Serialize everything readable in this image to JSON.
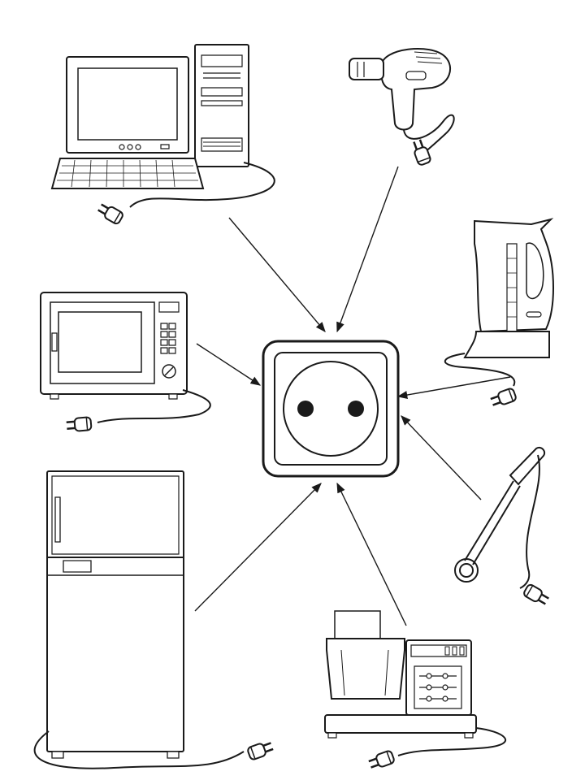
{
  "diagram": {
    "center": {
      "name": "power-outlet-icon"
    },
    "devices": [
      {
        "id": "desktop-computer",
        "icon": "desktop-computer-icon"
      },
      {
        "id": "hair-dryer",
        "icon": "hair-dryer-icon"
      },
      {
        "id": "electric-kettle",
        "icon": "electric-kettle-icon"
      },
      {
        "id": "microwave-oven",
        "icon": "microwave-oven-icon"
      },
      {
        "id": "immersion-heater",
        "icon": "immersion-heater-icon"
      },
      {
        "id": "refrigerator",
        "icon": "refrigerator-icon"
      },
      {
        "id": "food-processor",
        "icon": "food-processor-icon"
      }
    ],
    "arrows": [
      {
        "from": "desktop-computer",
        "to": "power-outlet"
      },
      {
        "from": "hair-dryer",
        "to": "power-outlet"
      },
      {
        "from": "electric-kettle",
        "to": "power-outlet"
      },
      {
        "from": "microwave-oven",
        "to": "power-outlet"
      },
      {
        "from": "immersion-heater",
        "to": "power-outlet"
      },
      {
        "from": "refrigerator",
        "to": "power-outlet"
      },
      {
        "from": "food-processor",
        "to": "power-outlet"
      }
    ],
    "colors": {
      "ink": "#1a1a1a",
      "paper": "#ffffff"
    }
  }
}
